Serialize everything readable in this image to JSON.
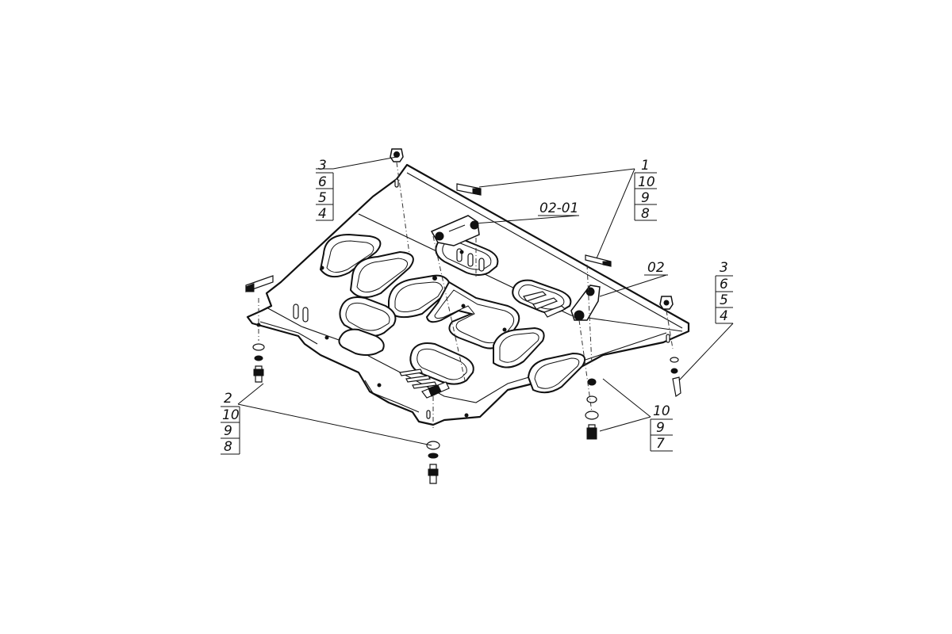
{
  "callouts": {
    "top_left": [
      "3",
      "6",
      "5",
      "4"
    ],
    "top_right": [
      "1",
      "10",
      "9",
      "8"
    ],
    "bracket_a": "02-01",
    "bracket_b": "02",
    "right": [
      "3",
      "6",
      "5",
      "4"
    ],
    "bottom_left": [
      "2",
      "10",
      "9",
      "8"
    ],
    "bottom_right": [
      "10",
      "9",
      "7"
    ]
  }
}
